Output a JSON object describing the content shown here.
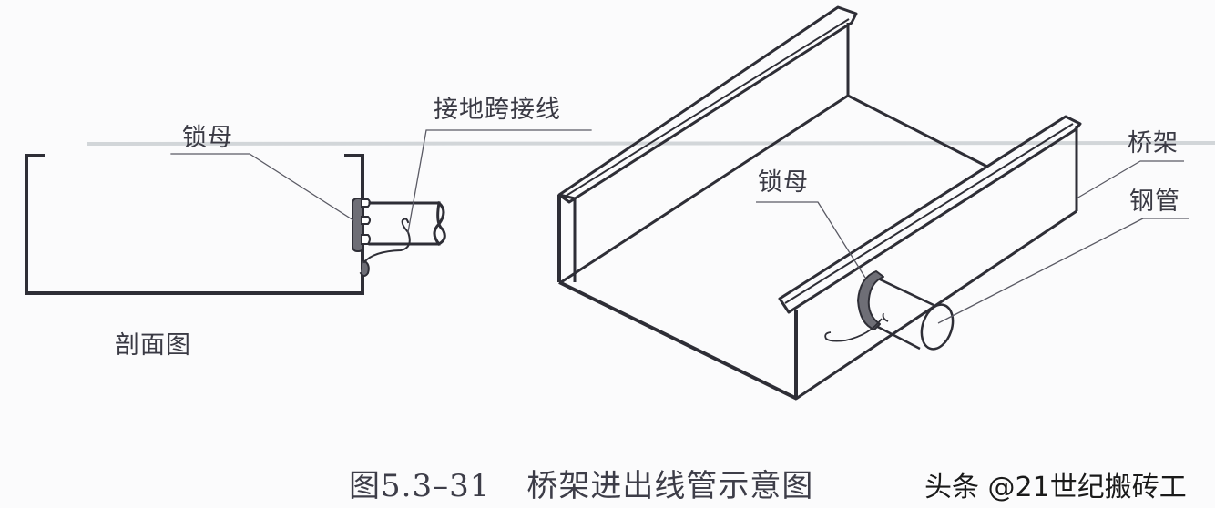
{
  "figure": {
    "caption_number": "图5.3–31",
    "caption_title": "桥架进出线管示意图",
    "watermark": "头条 @21世纪搬砖工"
  },
  "section_view": {
    "title": "剖面图",
    "labels": {
      "lock_nut": "锁母",
      "ground_jumper": "接地跨接线"
    }
  },
  "isometric_view": {
    "labels": {
      "lock_nut": "锁母",
      "cable_tray": "桥架",
      "steel_pipe": "钢管"
    }
  },
  "colors": {
    "background": "#fbfbfc",
    "line": "#2e2e36",
    "leader": "#5a5a64",
    "nut_fill": "#6e6e76",
    "scan_smudge": "#c8ccd0"
  }
}
